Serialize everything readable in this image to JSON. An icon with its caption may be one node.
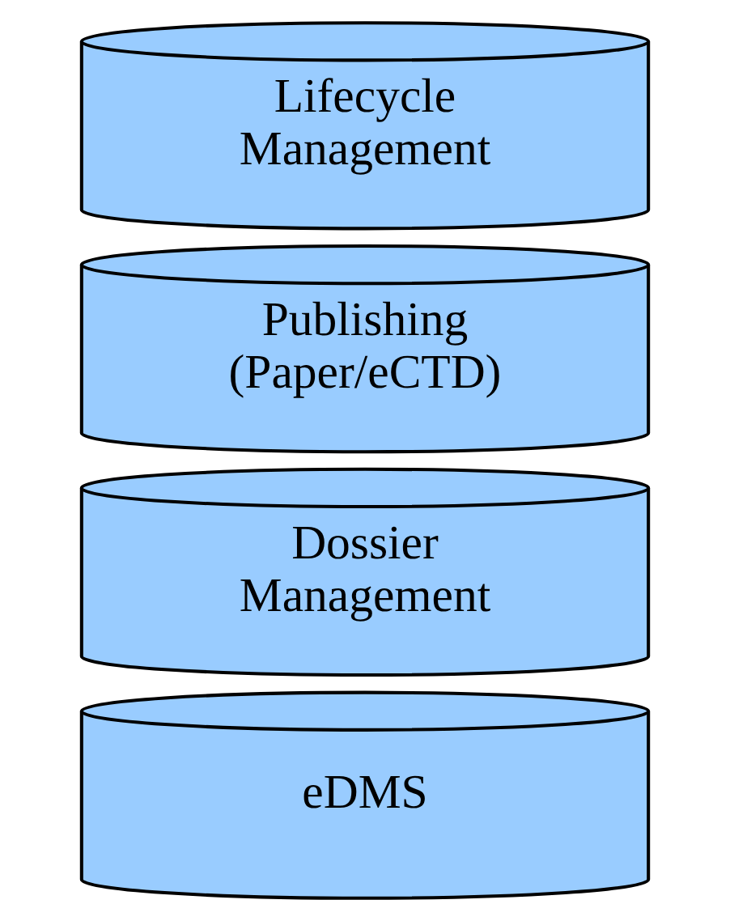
{
  "diagram": {
    "nodes": [
      {
        "text": [
          "Lifecycle Management"
        ]
      },
      {
        "text": [
          "Publishing (Paper/eCTD)"
        ]
      },
      {
        "text": [
          "Dossier Management"
        ]
      },
      {
        "text": [
          "eDMS"
        ]
      }
    ]
  }
}
